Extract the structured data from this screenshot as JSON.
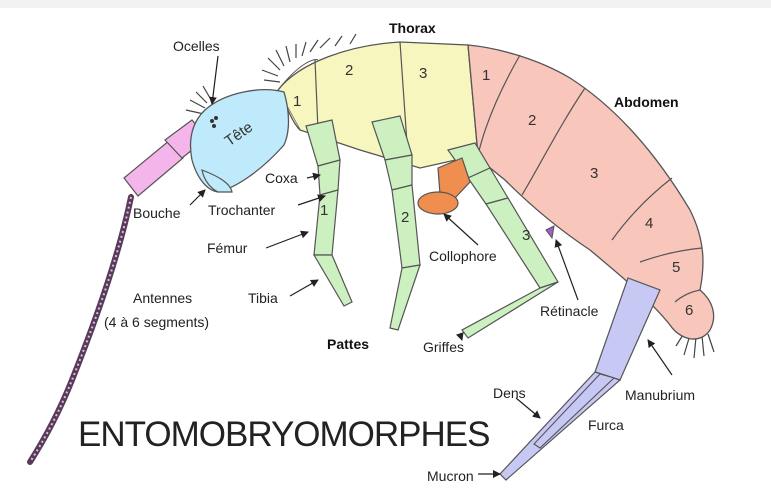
{
  "title": "ENTOMOBRYOMORPHES",
  "colors": {
    "head": "#bfeafb",
    "thorax": "#f8f6bf",
    "abdomen": "#f8c6bb",
    "legs": "#ccf0bf",
    "antenna_base": "#f4b6ea",
    "collophore": "#ef8e4f",
    "furca": "#c8c8f4",
    "retinacle": "#a45cc8"
  },
  "regions": {
    "thorax": "Thorax",
    "abdomen": "Abdomen",
    "pattes": "Pattes"
  },
  "head_label": "Tête",
  "thorax_segments": [
    "1",
    "2",
    "3"
  ],
  "abdomen_segments": [
    "1",
    "2",
    "3",
    "4",
    "5",
    "6"
  ],
  "leg_numbers": [
    "1",
    "2",
    "3"
  ],
  "labels": {
    "ocelles": "Ocelles",
    "bouche": "Bouche",
    "coxa": "Coxa",
    "trochanter": "Trochanter",
    "femur": "Fémur",
    "tibia": "Tibia",
    "antennes_1": "Antennes",
    "antennes_2": "(4 à 6 segments)",
    "collophore": "Collophore",
    "retinacle": "Rétinacle",
    "griffes": "Griffes",
    "manubrium": "Manubrium",
    "dens": "Dens",
    "furca": "Furca",
    "mucron": "Mucron"
  }
}
